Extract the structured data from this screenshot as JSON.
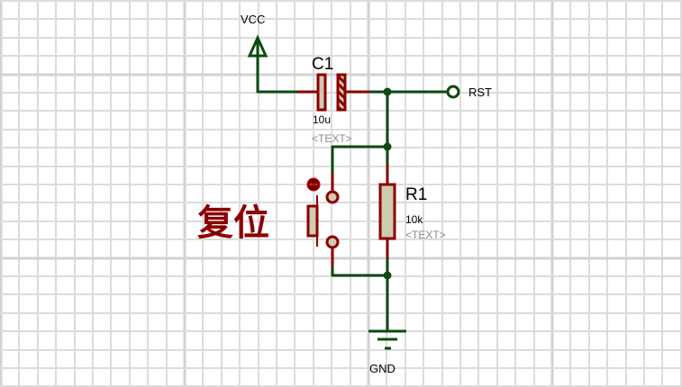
{
  "colors": {
    "wire": "#0b4a12",
    "pin": "#8b0000",
    "body_fill": "#cdcbb0",
    "grid": "#dcdcdc",
    "grid_major": "#d2d2d2",
    "text": "#000000",
    "placeholder_text": "#8c8c8c",
    "cn_label": "#8b0000"
  },
  "labels": {
    "vcc": "VCC",
    "gnd": "GND",
    "rst": "RST",
    "reset_cn": "复位"
  },
  "components": {
    "c1": {
      "ref": "C1",
      "value": "10u",
      "text": "<TEXT>"
    },
    "r1": {
      "ref": "R1",
      "value": "10k",
      "text": "<TEXT>"
    }
  },
  "icons": {
    "power": "vcc-arrow-icon",
    "ground": "ground-icon",
    "terminal": "terminal-circle-icon",
    "junction": "junction-dot-icon",
    "switch_handle": "switch-handle-icon"
  }
}
